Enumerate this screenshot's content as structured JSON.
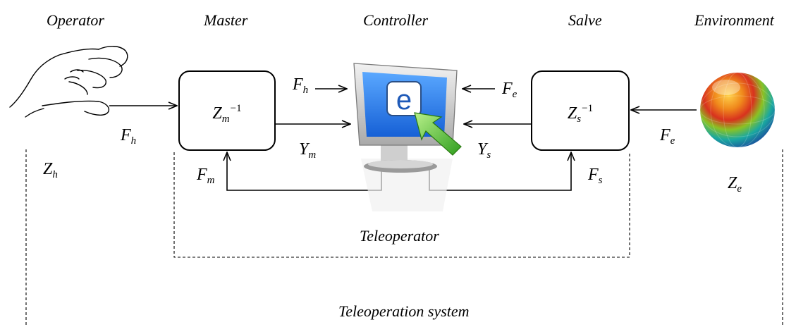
{
  "headers": {
    "operator": "Operator",
    "master": "Master",
    "controller": "Controller",
    "slave": "Salve",
    "environment": "Environment"
  },
  "blocks": {
    "master": {
      "base": "Z",
      "sub": "m",
      "sup": "−1"
    },
    "slave": {
      "base": "Z",
      "sub": "s",
      "sup": "−1"
    }
  },
  "signals": {
    "fh_operator": {
      "base": "F",
      "sub": "h"
    },
    "fh_controller": {
      "base": "F",
      "sub": "h"
    },
    "fe_controller": {
      "base": "F",
      "sub": "e"
    },
    "fe_environment": {
      "base": "F",
      "sub": "e"
    },
    "ym": {
      "base": "Y",
      "sub": "m"
    },
    "ys": {
      "base": "Y",
      "sub": "s"
    },
    "fm": {
      "base": "F",
      "sub": "m"
    },
    "fs": {
      "base": "F",
      "sub": "s"
    },
    "zh": {
      "base": "Z",
      "sub": "h"
    },
    "ze": {
      "base": "Z",
      "sub": "e"
    }
  },
  "monitor_letter": "e",
  "boundaries": {
    "teleoperator": "Teleoperator",
    "system": "Teleoperation system"
  }
}
